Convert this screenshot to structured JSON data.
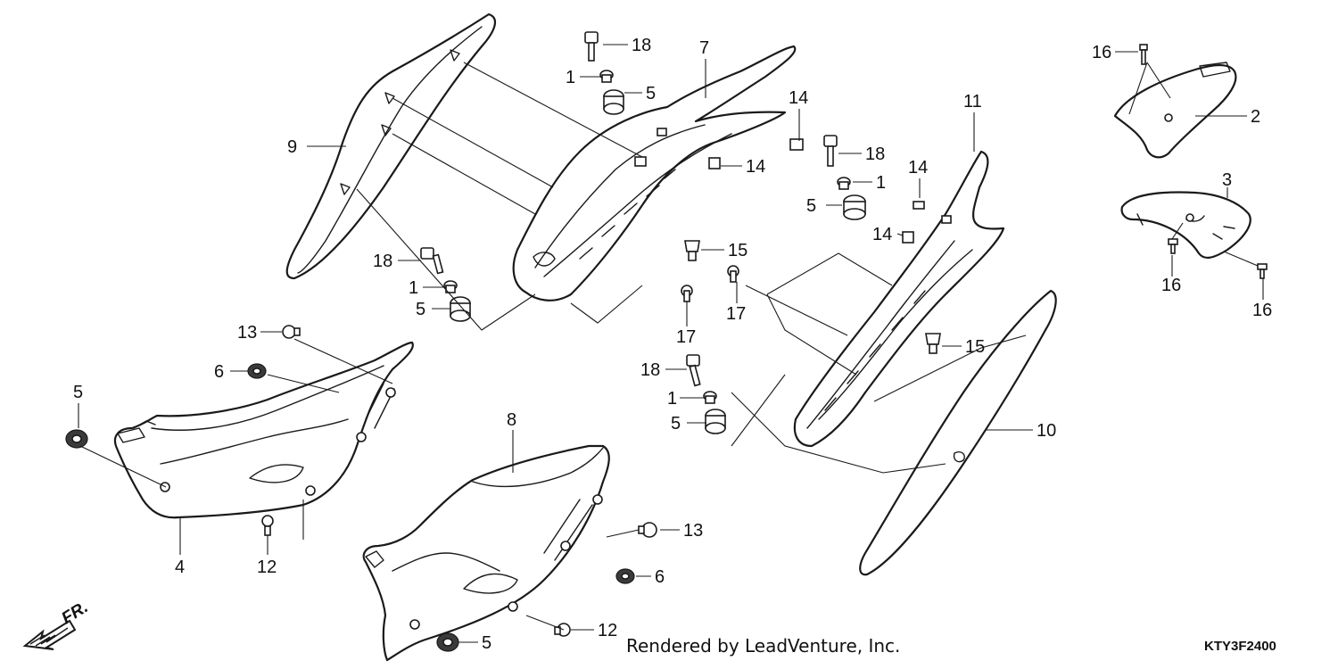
{
  "diagram": {
    "callouts": [
      {
        "id": "c18a",
        "text": "18"
      },
      {
        "id": "c1a",
        "text": "1"
      },
      {
        "id": "c5a",
        "text": "5"
      },
      {
        "id": "c7",
        "text": "7"
      },
      {
        "id": "c9",
        "text": "9"
      },
      {
        "id": "c14a",
        "text": "14"
      },
      {
        "id": "c14b",
        "text": "14"
      },
      {
        "id": "c15a",
        "text": "15"
      },
      {
        "id": "c18b",
        "text": "18"
      },
      {
        "id": "c1b",
        "text": "1"
      },
      {
        "id": "c5b",
        "text": "5"
      },
      {
        "id": "c17a",
        "text": "17"
      },
      {
        "id": "c17b",
        "text": "17"
      },
      {
        "id": "c18c",
        "text": "18"
      },
      {
        "id": "c1c",
        "text": "1"
      },
      {
        "id": "c5c",
        "text": "5"
      },
      {
        "id": "c18d",
        "text": "18"
      },
      {
        "id": "c1d",
        "text": "1"
      },
      {
        "id": "c5d",
        "text": "5"
      },
      {
        "id": "c11",
        "text": "11"
      },
      {
        "id": "c14c",
        "text": "14"
      },
      {
        "id": "c14d",
        "text": "14"
      },
      {
        "id": "c15b",
        "text": "15"
      },
      {
        "id": "c10",
        "text": "10"
      },
      {
        "id": "c16a",
        "text": "16"
      },
      {
        "id": "c2",
        "text": "2"
      },
      {
        "id": "c3",
        "text": "3"
      },
      {
        "id": "c16b",
        "text": "16"
      },
      {
        "id": "c16c",
        "text": "16"
      },
      {
        "id": "c13a",
        "text": "13"
      },
      {
        "id": "c6a",
        "text": "6"
      },
      {
        "id": "c5e",
        "text": "5"
      },
      {
        "id": "c4",
        "text": "4"
      },
      {
        "id": "c12a",
        "text": "12"
      },
      {
        "id": "c8",
        "text": "8"
      },
      {
        "id": "c13b",
        "text": "13"
      },
      {
        "id": "c6b",
        "text": "6"
      },
      {
        "id": "c12b",
        "text": "12"
      },
      {
        "id": "c5f",
        "text": "5"
      }
    ],
    "direction_label": "FR.",
    "credit": "Rendered by LeadVenture, Inc.",
    "diagram_code": "KTY3F2400"
  }
}
